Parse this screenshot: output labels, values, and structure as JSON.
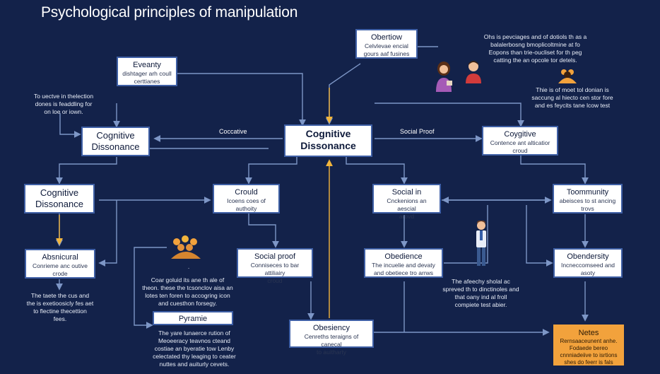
{
  "title": "Psychological principles of manipulation",
  "nodes": {
    "center": {
      "title": "Cognitive",
      "title2": "Dissonance"
    },
    "top_center": {
      "title": "Obertiow",
      "sub": "Celvlevae encial\ngours aaf fusines"
    },
    "top_left": {
      "title": "Eveanty",
      "sub": "dishtager arh coull\ncerttianes"
    },
    "left_mid": {
      "title": "Cognitive",
      "title2": "Dissonance"
    },
    "right_mid": {
      "title": "Coygitive",
      "sub": "Contence ant alticatior\ncroud"
    },
    "left_row3": {
      "title": "Cognitive",
      "title2": "Dissonance"
    },
    "crould": {
      "title": "Crould",
      "sub": "Icoens coes of\nauthoity"
    },
    "social_in": {
      "title": "Social in",
      "sub": "Cnckenions an aescial\narovd"
    },
    "toommunity": {
      "title": "Toommunity",
      "sub": "abeisces to st ancing\ntrovs"
    },
    "absnicural": {
      "title": "Absnicural",
      "sub": "Conrieme anc outive\ncrode"
    },
    "social_proof": {
      "title": "Social proof",
      "sub": "Conniseces to bar attiliairy\ncroud"
    },
    "obedience": {
      "title": "Obedience",
      "sub": "The incuelie and devaty\nand obetiece tro arrws"
    },
    "obendersity": {
      "title": "Obendersity",
      "sub": "Incneccomseed and\nasoty"
    },
    "pyramie": {
      "title": "Pyramie",
      "sub": "The yare lunaerce rution of\nMeoeeracy teavnos cteand\ncostiae an byeratie tow Lenby\ncelectated thy leaging to ceater\nnuttes and auiturly cevets."
    },
    "obesiency": {
      "title": "Obesiency",
      "sub": "Cenreths teraigns of canecal\nto auitharty"
    },
    "notes": {
      "title": "Netes",
      "sub": "Rernsaaceunent anhe.\nFodaede bereo\ncnnniadeiive to isrtions\nshes do feerr is fals"
    }
  },
  "labels": {
    "left_conn": "Coccative",
    "right_conn": "Social Proof"
  },
  "notes": {
    "top_right": "Ohs is pevciages and of dotiols th as a\nbalalerbosng bmoplicoltmine at fo\nEopons than trie-oucliset for th peg\ncatting the an opcole tor detels.",
    "right_mid": "Thie is of moet tol donian is\nsaccung al hiecto cen stor fore\nand es feycits tane lcow test",
    "left_top": "To uectve in thelection\ndones is feaddling for\non loe or iown.",
    "left_bottom": "The taete the cus and\nthe is exetioosicly fes aet\nto flectine thecettion\nfees.",
    "center_left": "Coar goluid its ane th ale of\ntheon. these the tcsonclov aisa an\nlotes ten foren to accogring icon\nand cuesthon forsegy.",
    "center_right": "The afeechy sholal ac\nspreved th to dinctinoles and\nthat oany ind al froll\ncompiete test abier.",
    "center_dot": "·"
  },
  "colors": {
    "background": "#13224a",
    "node_border": "#3e5fa5",
    "line": "#7d96c6",
    "accent_arrow": "#f2b53c",
    "notes_fill": "#f2a23c"
  }
}
